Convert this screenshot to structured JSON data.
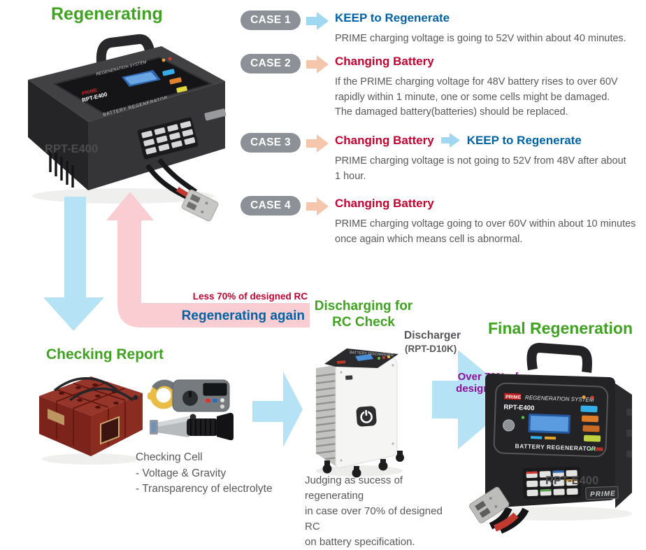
{
  "stage_regenerating": {
    "title": "Regenerating",
    "model": "RPT-E400"
  },
  "cases": [
    {
      "badge": "CASE 1",
      "heading1": "KEEP to Regenerate",
      "body": "PRIME charging voltage is going to 52V within about 40 minutes."
    },
    {
      "badge": "CASE 2",
      "heading1": "Changing Battery",
      "body": "If the PRIME charging voltage for 48V battery rises to over 60V\nrapidly within  1 minute,  one or some cells might be damaged.\nThe damaged battery(batteries) should be replaced."
    },
    {
      "badge": "CASE 3",
      "heading1": "Changing Battery",
      "heading2": "KEEP to Regenerate",
      "body": "PRIME charging voltage is not going to 52V  from 48V after about\n1 hour."
    },
    {
      "badge": "CASE 4",
      "heading1": "Changing Battery",
      "body": "PRIME charging voltage going to over 60V within about 10 minutes\nonce again which means cell is abnormal."
    }
  ],
  "loop": {
    "less_rc": "Less 70% of designed RC",
    "regenerating_again": "Regenerating again"
  },
  "checking": {
    "title": "Checking Report",
    "cell_title": "Checking Cell",
    "item1": "- Voltage & Gravity",
    "item2": "- Transparency of electrolyte"
  },
  "discharging": {
    "title_line1": "Discharging for",
    "title_line2": "RC Check",
    "device_label": "Discharger",
    "device_model": "(RPT-D10K)",
    "over_rc_line1": "Over 70% of",
    "over_rc_line2": "designed RC",
    "judging": "Judging as sucess of regenerating\nin case over 70% of designed RC\non battery specification."
  },
  "final": {
    "title": "Final Regeneration",
    "model": "RPT-E400"
  },
  "device_text": {
    "brand": "PRIME",
    "system": "REGENERATION SYSTEM",
    "model": "RPT-E400",
    "panel_bottom": "BATTERY REGENERATOR",
    "discharger_panel": "BATTERY DISCHARGER"
  },
  "colors": {
    "green": "#3fa321",
    "blue": "#0063a5",
    "red": "#c10330",
    "purple": "#910d9b",
    "badge_gray": "#8b9196",
    "arrow_blue": "#b5e2f4",
    "case_arrow_blue": "#9fd8f0",
    "arrow_salmon": "#f5c6ab",
    "arrow_pink": "#f9cdd2",
    "body_text": "#58595b"
  }
}
